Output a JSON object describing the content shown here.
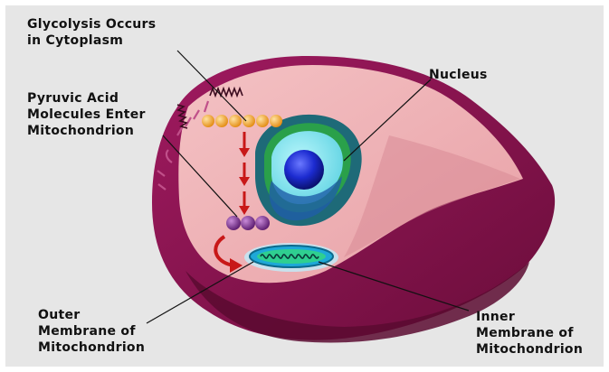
{
  "labels": {
    "glycolysis": [
      "Glycolysis Occurs",
      "in Cytoplasm"
    ],
    "pyruvic": [
      "Pyruvic Acid",
      "Molecules Enter",
      "Mitochondrion"
    ],
    "nucleus": [
      "Nucleus"
    ],
    "outer_membrane": [
      "Outer",
      "Membrane of",
      "Mitochondrion"
    ],
    "inner_membrane": [
      "Inner",
      "Membrane of",
      "Mitochondrion"
    ]
  },
  "colors": {
    "background": "#e6e6e6",
    "cell_wall": "#8c1450",
    "cytoplasm": "#f0b4b8",
    "nucleus_envelope": "#1a7c7c",
    "nucleoplasm": "#7fe8f2",
    "nucleolus": "#1c2bd0",
    "glucose_beads": "#f5a424",
    "pyruvate_beads": "#7a2a8c",
    "arrows": "#c81818",
    "mitochondrion": "#1ea8d8"
  },
  "diagram": {
    "glucose_bead_count": 6,
    "pyruvate_bead_count": 3,
    "down_arrow_count": 3
  }
}
